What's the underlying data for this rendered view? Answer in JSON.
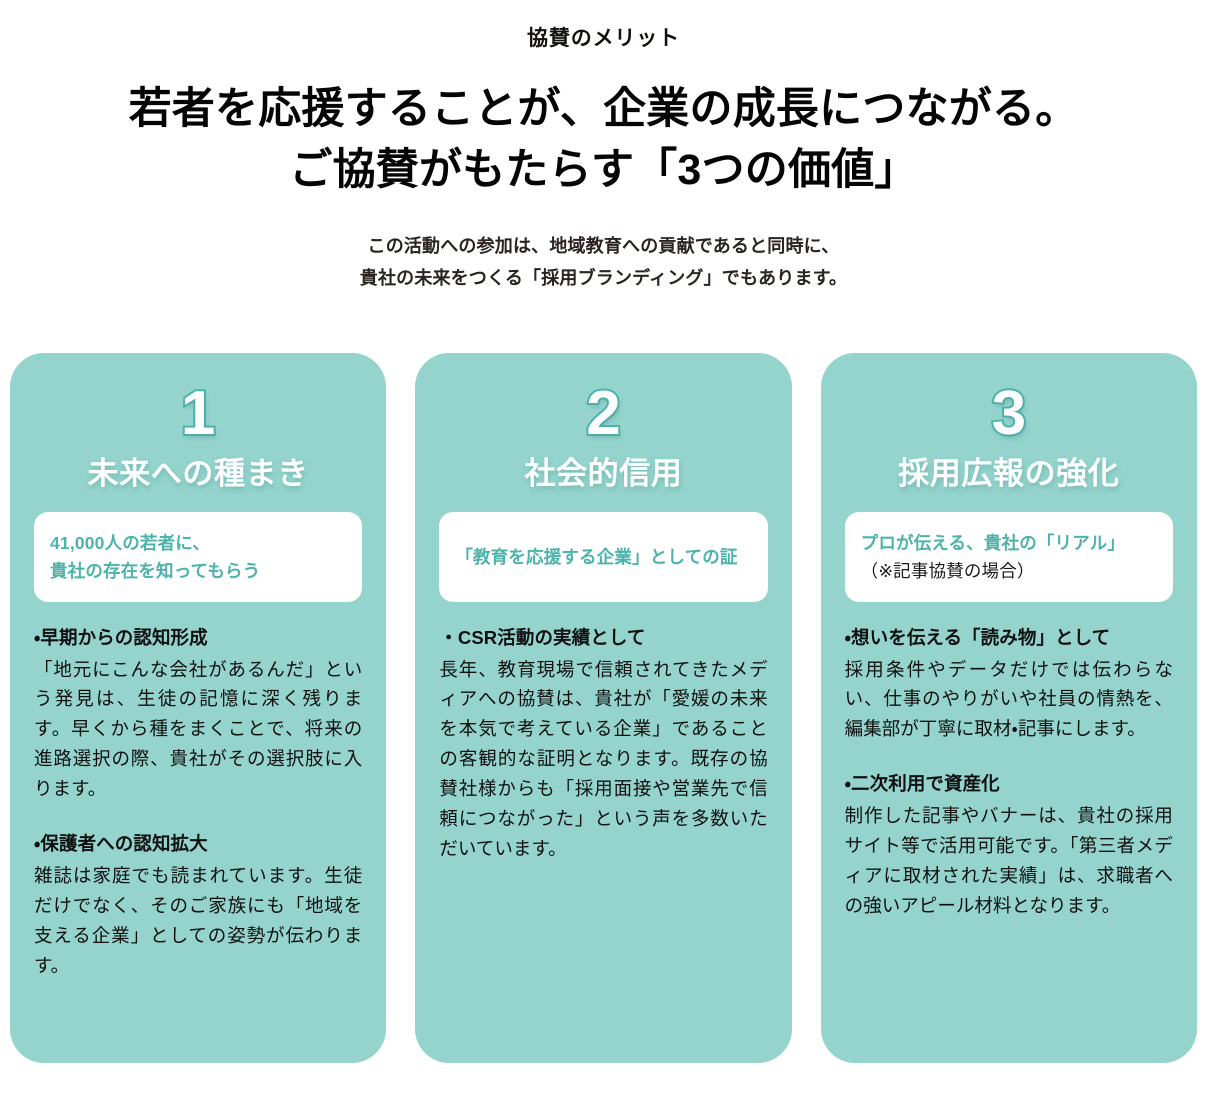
{
  "header": {
    "eyebrow": "協賛のメリット",
    "headline_lines": [
      "若者を応援することが、企業の成長につながる。",
      "ご協賛がもたらす「3つの価値」"
    ],
    "subcopy_lines": [
      "この活動への参加は、地域教育への貢献であると同時に、",
      "貴社の未来をつくる「採用ブランディング」でもあります。"
    ]
  },
  "colors": {
    "card_background": "#94d4cd",
    "accent_teal": "#4cb3ab",
    "number_stroke": "#4bb5ab",
    "badge_background": "#ffffff",
    "page_background": "#ffffff",
    "heading_text": "#050505",
    "subcopy_text": "#2b2320"
  },
  "cards": [
    {
      "number": "1",
      "title": "未来への種まき",
      "badge_lines": [
        {
          "text": "41,000人の若者に、",
          "style": "accent"
        },
        {
          "text": "貴社の存在を知ってもらう",
          "style": "accent"
        }
      ],
      "blocks": [
        {
          "heading": "・早期からの認知形成",
          "text": "「地元にこんな会社があるんだ」という発見は、生徒の記憶に深く残ります。早くから種をまくことで、将来の進路選択の際、貴社がその選択肢に入ります。"
        },
        {
          "heading": "・保護者への認知拡大",
          "text": "雑誌は家庭でも読まれています。生徒だけでなく、そのご家族にも「地域を支える企業」としての姿勢が伝わります。"
        }
      ]
    },
    {
      "number": "2",
      "title": "社会的信用",
      "badge_lines": [
        {
          "text": "「教育を応援する企業」としての証",
          "style": "accent"
        }
      ],
      "blocks": [
        {
          "heading": "・CSR活動の実績として",
          "text": "長年、教育現場で信頼されてきたメディアへの協賛は、貴社が「愛媛の未来を本気で考えている企業」であることの客観的な証明となります。既存の協賛社様からも「採用面接や営業先で信頼につながった」という声を多数いただいています。"
        }
      ]
    },
    {
      "number": "3",
      "title": "採用広報の強化",
      "badge_lines": [
        {
          "text": "プロが伝える、貴社の「リアル」",
          "style": "accent"
        },
        {
          "text": "（※記事協賛の場合）",
          "style": "note"
        }
      ],
      "blocks": [
        {
          "heading": "・想いを伝える「読み物」として",
          "text": "採用条件やデータだけでは伝わらない、仕事のやりがいや社員の情熱を、編集部が丁寧に取材・記事にします。"
        },
        {
          "heading": "・二次利用で資産化",
          "text": "制作した記事やバナーは、貴社の採用サイト等で活用可能です。「第三者メディアに取材された実績」は、求職者への強いアピール材料となります。"
        }
      ]
    }
  ]
}
